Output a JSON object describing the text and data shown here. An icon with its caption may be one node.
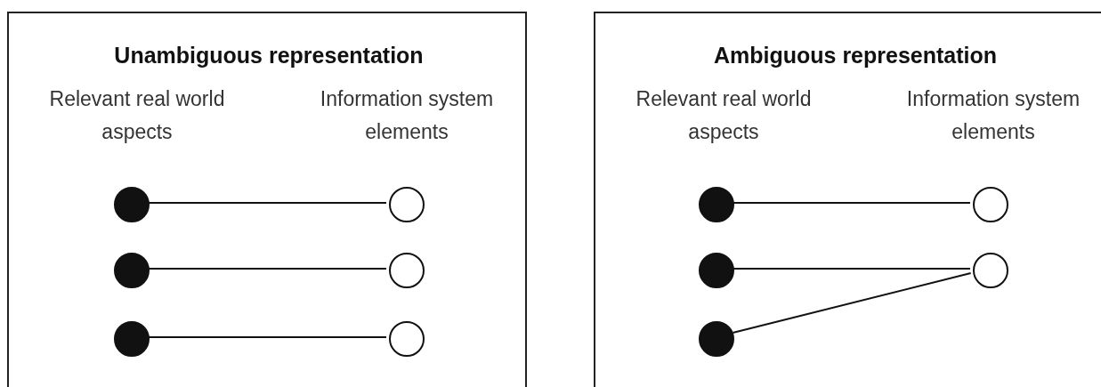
{
  "diagram": {
    "nodes": [
      {
        "text": [
          "Unambiguous representation",
          "Relevant real world aspects",
          "Information system elements"
        ]
      },
      {
        "text": [],
        "shape": "circle",
        "in": 0
      },
      {
        "text": [],
        "shape": "circle",
        "in": 0
      },
      {
        "text": [],
        "shape": "circle",
        "in": 0
      },
      {
        "text": [],
        "shape": "circle",
        "in": 0
      },
      {
        "text": [],
        "shape": "circle",
        "in": 0
      },
      {
        "text": [],
        "shape": "circle",
        "in": 0
      },
      {
        "text": [
          "Ambiguous representation",
          "Relevant real world aspects",
          "Information system elements"
        ]
      },
      {
        "text": [],
        "shape": "circle",
        "in": 7
      },
      {
        "text": [],
        "shape": "circle",
        "in": 7
      },
      {
        "text": [],
        "shape": "circle",
        "in": 7
      },
      {
        "text": [],
        "shape": "circle",
        "in": 7
      },
      {
        "text": [],
        "shape": "circle",
        "in": 7
      }
    ],
    "edges": [
      {
        "from": 1,
        "to": 2,
        "arrow": "none"
      },
      {
        "from": 3,
        "to": 4,
        "arrow": "none"
      },
      {
        "from": 5,
        "to": 6,
        "arrow": "none"
      },
      {
        "from": 8,
        "to": 9,
        "arrow": "none"
      },
      {
        "from": 10,
        "to": 11,
        "arrow": "none"
      },
      {
        "from": 12,
        "to": 11,
        "arrow": "none"
      }
    ]
  }
}
